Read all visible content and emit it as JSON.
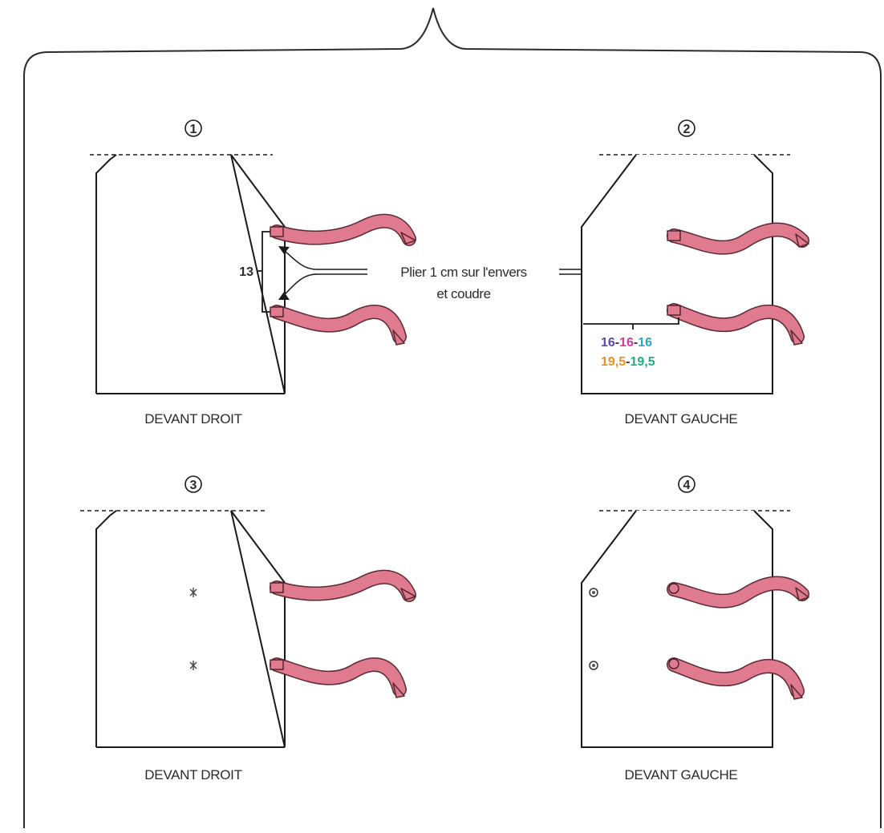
{
  "steps": [
    {
      "number": "1",
      "caption": "DEVANT DROIT"
    },
    {
      "number": "2",
      "caption": "DEVANT GAUCHE"
    },
    {
      "number": "3",
      "caption": "DEVANT DROIT"
    },
    {
      "number": "4",
      "caption": "DEVANT GAUCHE"
    }
  ],
  "instruction": {
    "line1": "Plier 1 cm sur l'envers",
    "line2": "et coudre"
  },
  "measure_right": "13",
  "measure_left": {
    "line1": [
      {
        "text": "16",
        "color": "#5b4aa8"
      },
      {
        "text": "-",
        "color": "#333333"
      },
      {
        "text": "16",
        "color": "#d23a9a"
      },
      {
        "text": "-",
        "color": "#333333"
      },
      {
        "text": "16",
        "color": "#2aa6c8"
      }
    ],
    "line2": [
      {
        "text": "19,5",
        "color": "#e8922a"
      },
      {
        "text": "-",
        "color": "#333333"
      },
      {
        "text": "19,5",
        "color": "#1fae84"
      }
    ]
  },
  "colors": {
    "ribbon": "#e07a8e",
    "outline": "#1a1a1a"
  }
}
